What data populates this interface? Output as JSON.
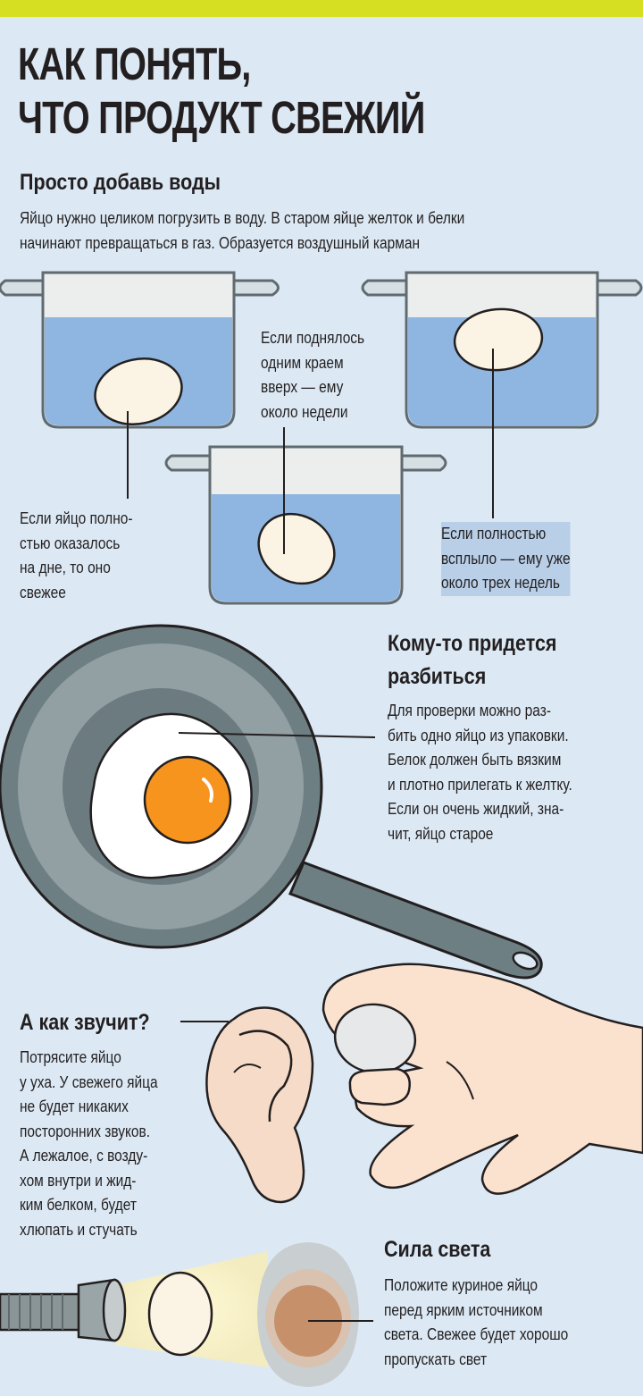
{
  "header": {
    "title_line1": "КАК ПОНЯТЬ,",
    "title_line2": "ЧТО ПРОДУКТ СВЕЖИЙ"
  },
  "water": {
    "heading": "Просто добавь воды",
    "intro_line1": "Яйцо нужно целиком погрузить в воду. В старом яйце желток и белки",
    "intro_line2": "начинают превращаться в газ. Образуется воздушный карман",
    "caption_bottom": "Если яйцо полно-\nстью оказалось\nна дне, то оно\nсвежее",
    "caption_middle": "Если поднялось\nодним краем\nвверх — ему\nоколо недели",
    "caption_float": "Если полностью\nвсплыло — ему уже\nоколо трех недель"
  },
  "break": {
    "heading_line1": "Кому-то придется",
    "heading_line2": "разбиться",
    "body": "Для проверки можно раз-\nбить одно яйцо из упаковки.\nБелок должен быть вязким\nи плотно прилегать к желтку.\nЕсли он очень жидкий, зна-\nчит, яйцо старое"
  },
  "sound": {
    "heading": "А как звучит?",
    "body": "Потрясите яйцо\nу уха. У свежего яйца\nне будет никаких\nпосторонних звуков.\nА лежалое, с возду-\nхом внутри и жид-\nким белком, будет\nхлюпать и стучать"
  },
  "light": {
    "heading": "Сила света",
    "body": "Положите куриное яйцо\nперед ярким источником\nсвета. Свежее будет хорошо\nпропускать свет"
  },
  "colors": {
    "background": "#dce9f4",
    "accent_bar": "#d7df23",
    "water": "#8fb6e0",
    "yolk": "#f7941d",
    "pan": "#6e7f84"
  }
}
